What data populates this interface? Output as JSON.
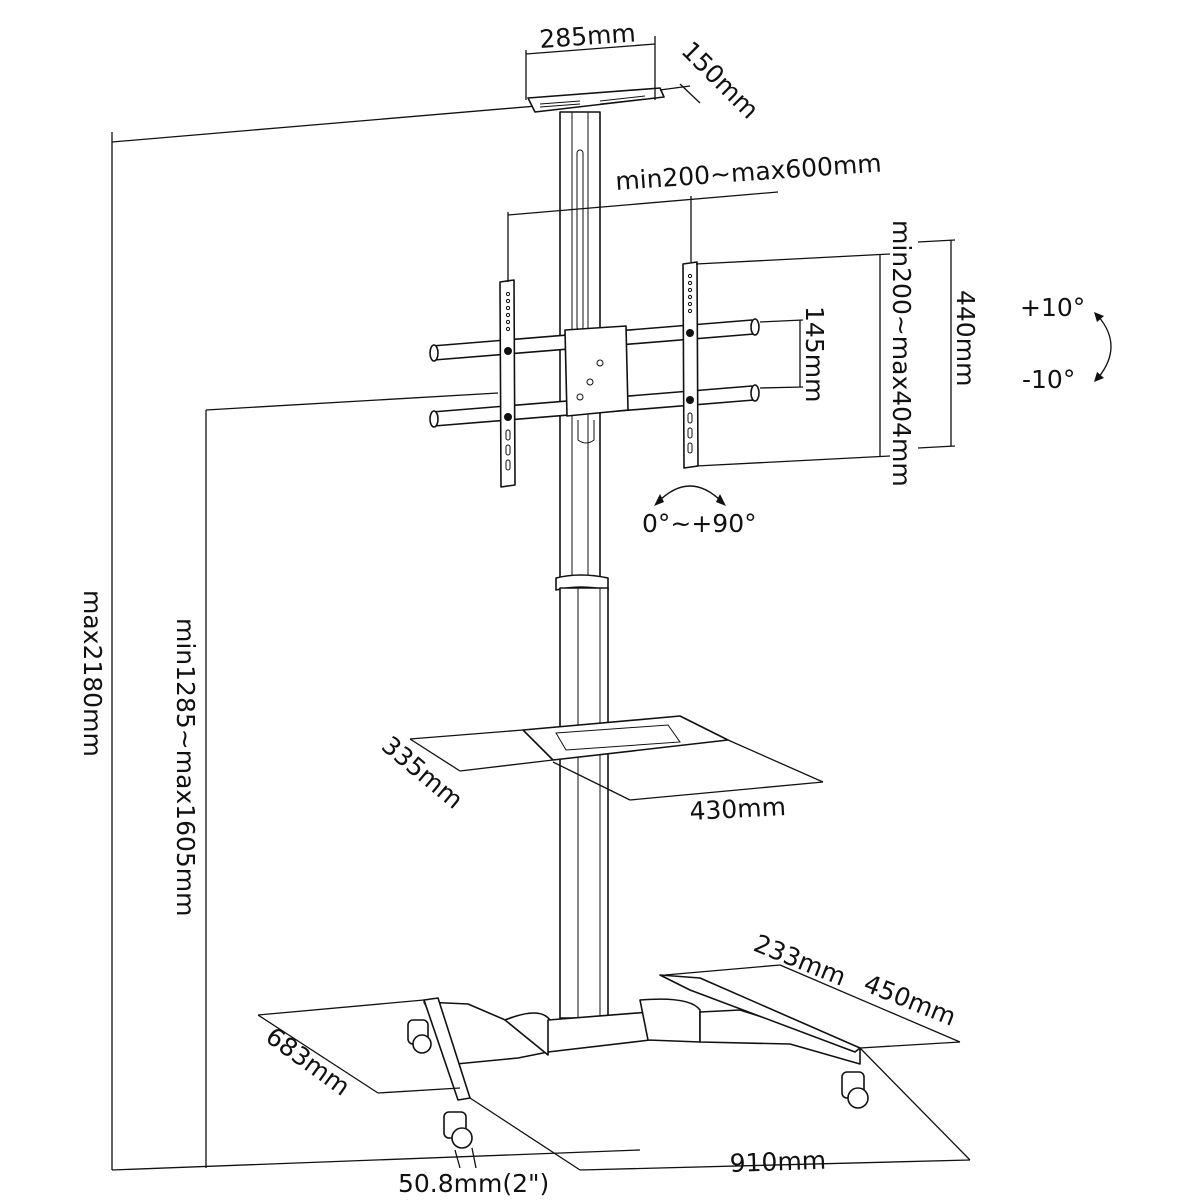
{
  "title": "Mobile TV Cart Dimension Drawing",
  "colors": {
    "line": "#111111",
    "background": "#ffffff"
  },
  "labels": {
    "top_shelf_width": "285mm",
    "top_shelf_depth": "150mm",
    "vesa_horizontal": "min200~max600mm",
    "vesa_vertical": "min200~max404mm",
    "bracket_height": "440mm",
    "rail_spacing": "145mm",
    "tilt_up": "+10°",
    "tilt_down": "-10°",
    "rotation": "0°~+90°",
    "max_height": "max2180mm",
    "center_height": "min1285~max1605mm",
    "shelf_depth": "335mm",
    "shelf_width": "430mm",
    "base_front_width": "233mm",
    "base_side": "450mm",
    "base_depth": "683mm",
    "base_width": "910mm",
    "caster_size": "50.8mm(2\")"
  }
}
